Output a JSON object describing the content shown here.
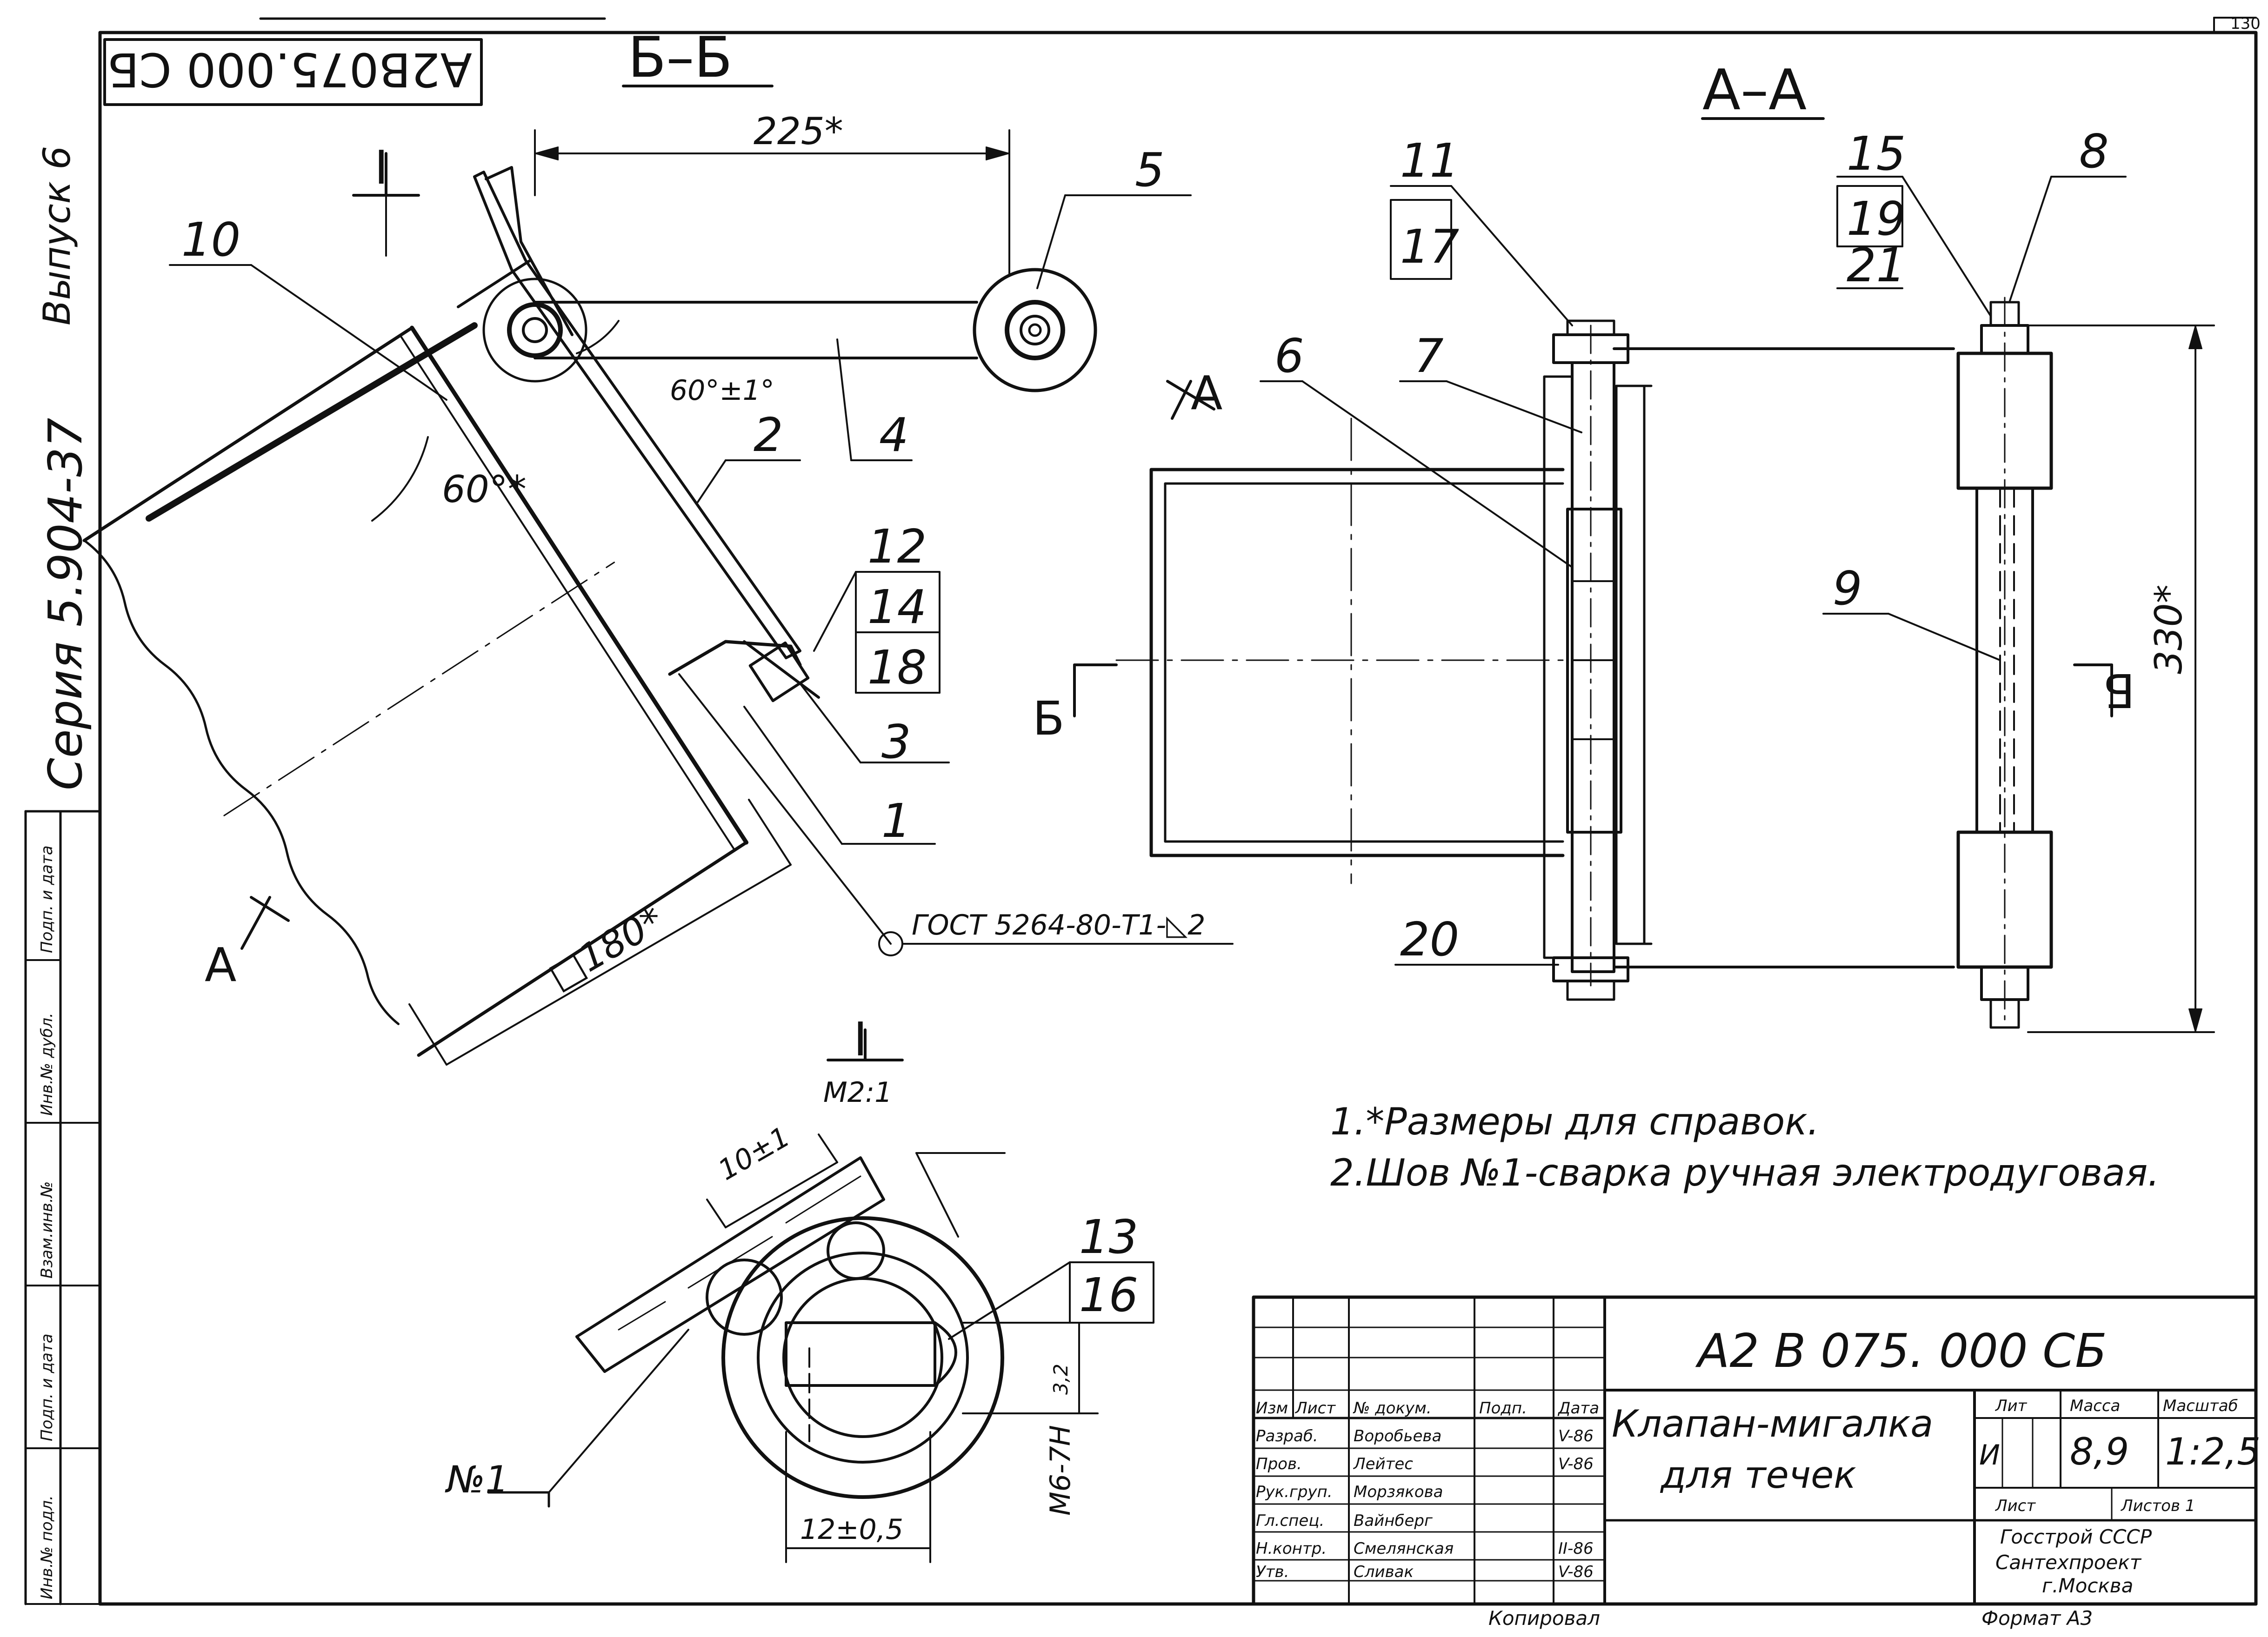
{
  "sheet": {
    "page_no": "130",
    "doc_code_rotated": "А2В075.000 СБ",
    "series": "Серия 5.904-37",
    "issue": "Выпуск 6",
    "side_stamp": [
      "Инв.№ подл.",
      "Подп. и дата",
      "Взам.инв.№",
      "Инв.№ дубл.",
      "Подп. и дата"
    ]
  },
  "section_bb": {
    "title": "Б–Б",
    "dim_225": "225*",
    "angle_60_tol": "60°±1°",
    "angle_60": "60°*",
    "dim_180": "□180*",
    "weld": "ГОСТ 5264-80-Т1-◺2",
    "detail_mark": "I",
    "view_a": "А"
  },
  "section_aa": {
    "title": "А–А",
    "dim_330": "330*",
    "cut_b": "Б",
    "cut_a": "А"
  },
  "parts": [
    "1",
    "2",
    "3",
    "4",
    "5",
    "6",
    "7",
    "8",
    "9",
    "10",
    "11",
    "12",
    "13",
    "14",
    "15",
    "16",
    "17",
    "18",
    "19",
    "20",
    "21"
  ],
  "detail_i": {
    "title": "I",
    "scale": "М2:1",
    "dim_10": "10±1",
    "dim_12": "12±0,5",
    "dim_32": "3,2",
    "thread": "М6-7Н",
    "weld_no": "№1"
  },
  "notes": [
    "1.*Размеры для  справок.",
    "2.Шов  №1-сварка ручная электродуговая."
  ],
  "title_block": {
    "code": "А2 В 075. 000  СБ",
    "name_line1": "Клапан-мигалка",
    "name_line2": "для  течек",
    "headers": [
      "Изм",
      "Лист",
      "№ докум.",
      "Подп.",
      "Дата"
    ],
    "rows": [
      {
        "role": "Разраб.",
        "name": "Воробьева",
        "date": "V-86"
      },
      {
        "role": "Пров.",
        "name": "Лейтес",
        "date": "V-86"
      },
      {
        "role": "Рук.груп.",
        "name": "Морзякова",
        "date": ""
      },
      {
        "role": "Гл.спец.",
        "name": "Вайнберг",
        "date": ""
      },
      {
        "role": "Н.контр.",
        "name": "Смелянская",
        "date": "II-86"
      },
      {
        "role": "Утв.",
        "name": "Сливак",
        "date": "V-86"
      }
    ],
    "lit_label": "Лит",
    "mass_label": "Масса",
    "scale_label": "Масштаб",
    "lit_value": "И",
    "mass_value": "8,9",
    "scale_value": "1:2,5",
    "sheet_label": "Лист",
    "sheets_label": "Листов 1",
    "org1": "Госстрой СССР",
    "org2": "Сантехпроект",
    "org3": "г.Москва",
    "copied": "Копировал",
    "format": "Формат  А3"
  }
}
